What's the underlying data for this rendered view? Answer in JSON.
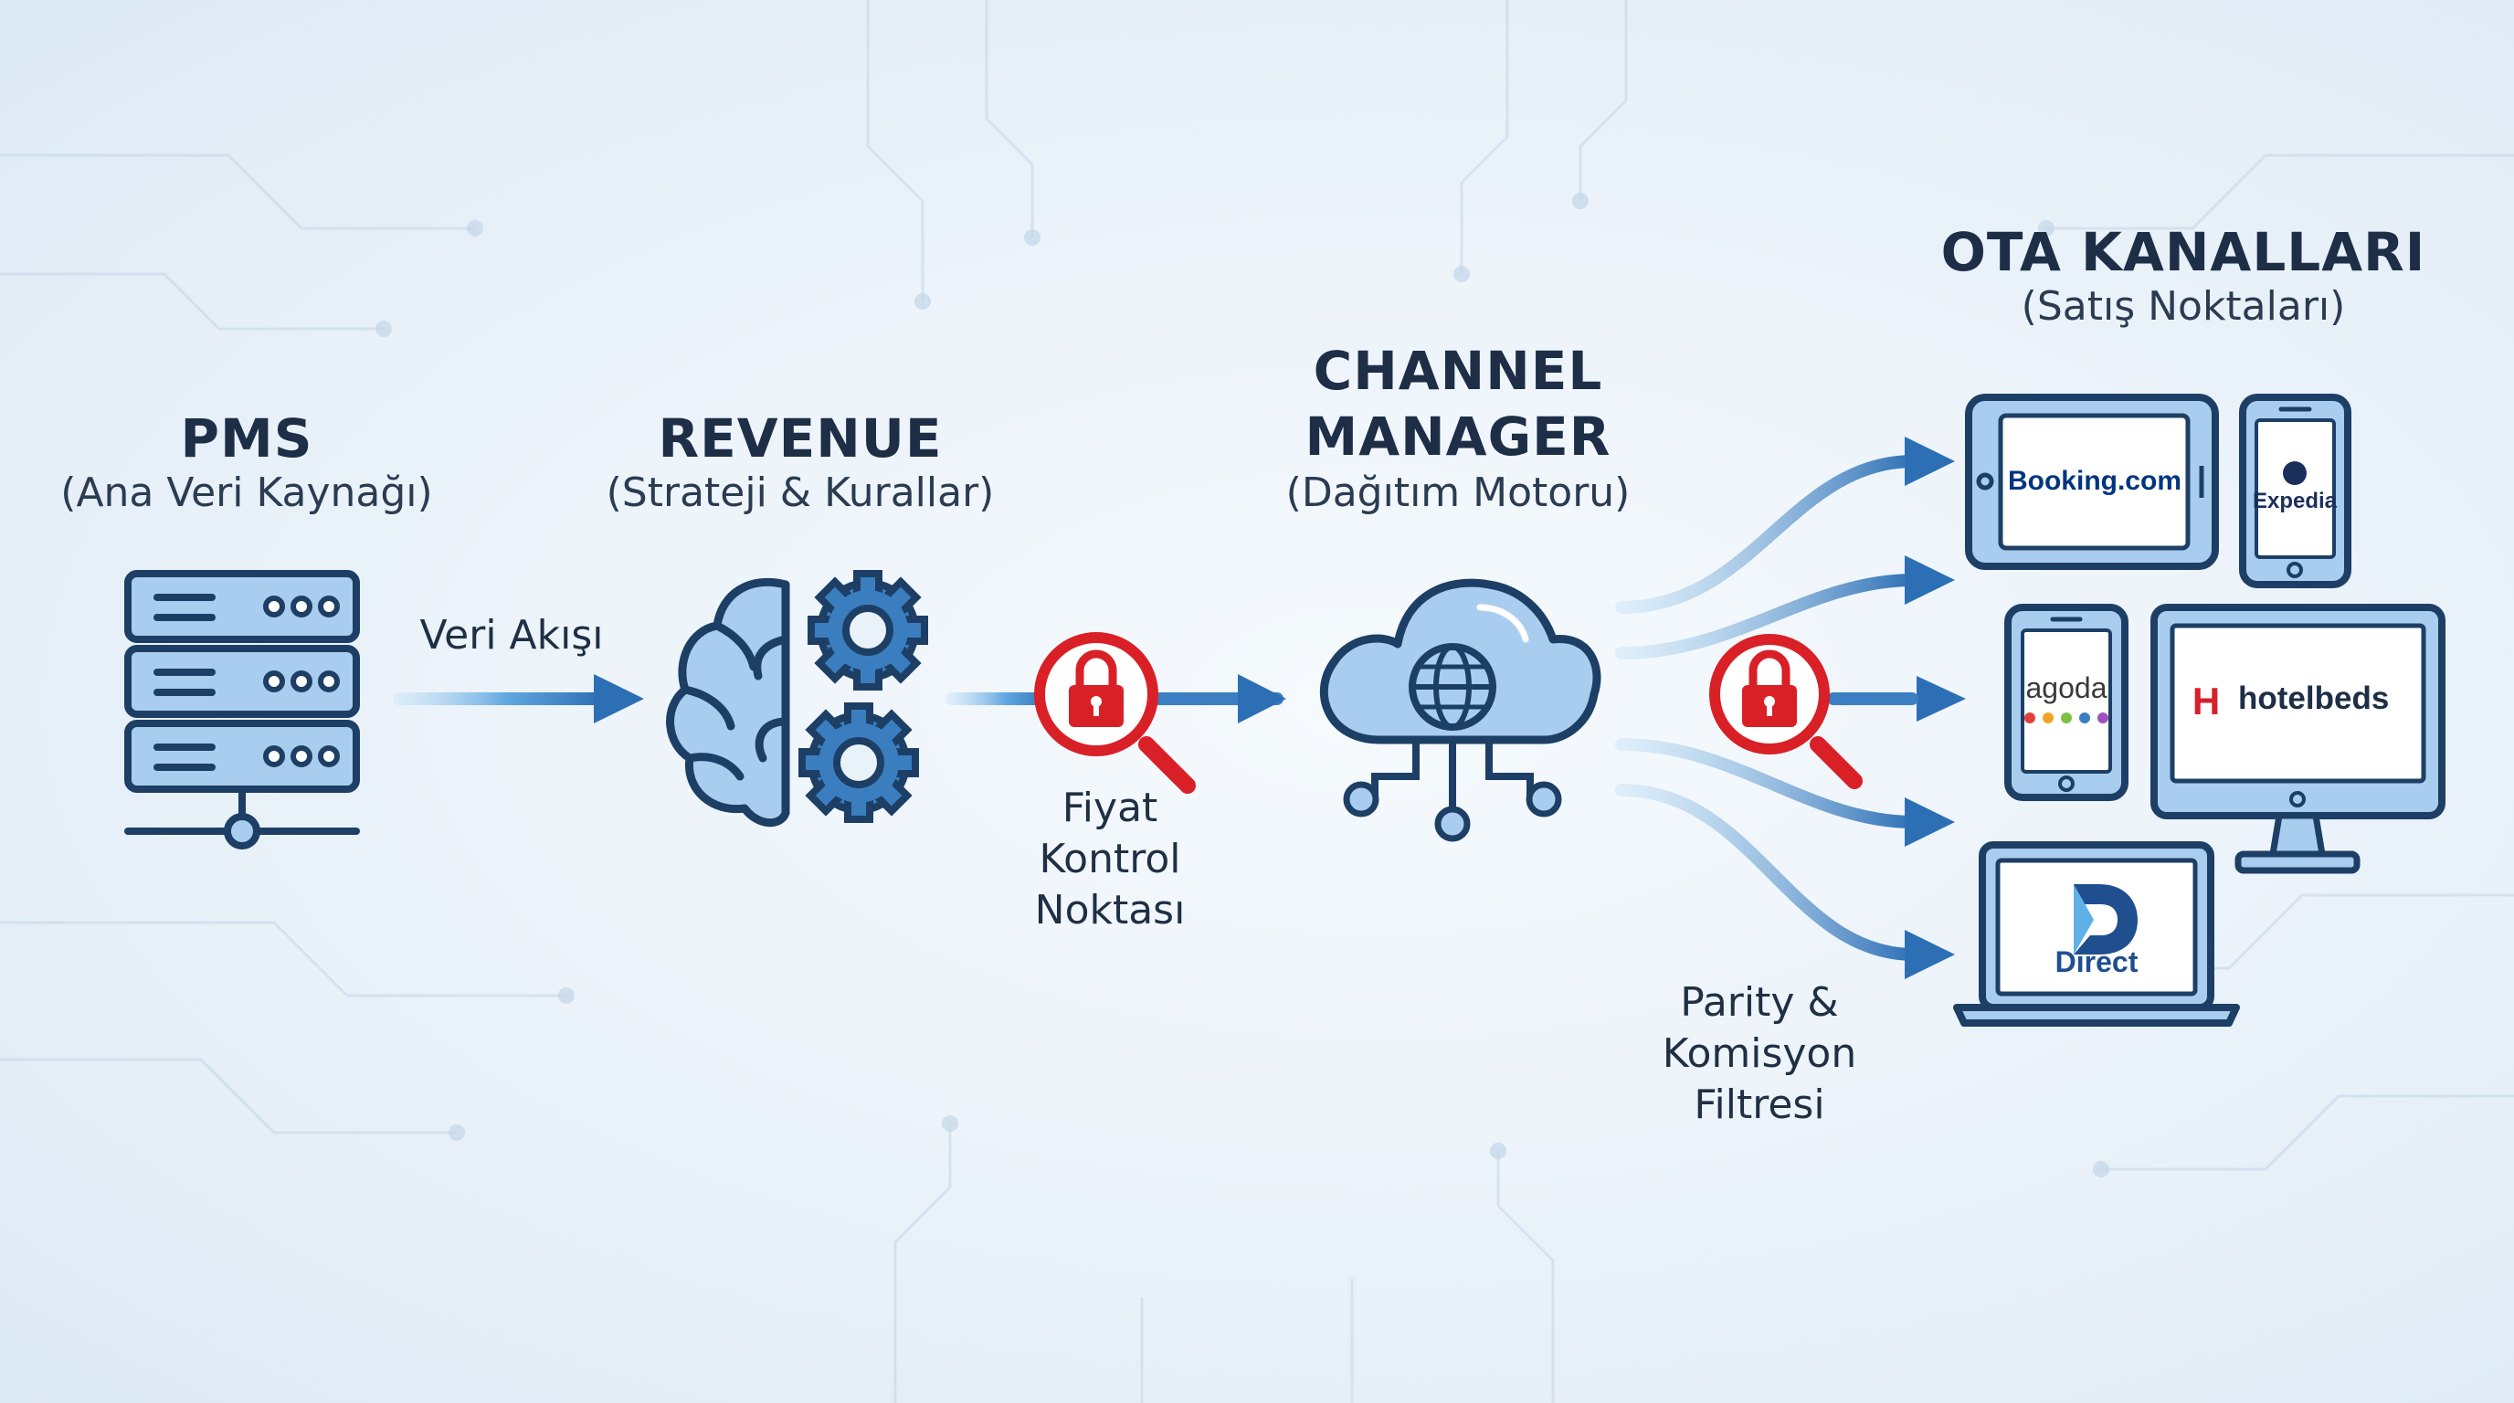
{
  "nodes": {
    "pms": {
      "title": "PMS",
      "subtitle": "(Ana Veri Kaynağı)"
    },
    "revenue": {
      "title": "REVENUE",
      "subtitle": "(Strateji & Kurallar)"
    },
    "channel_manager": {
      "title_line1": "CHANNEL",
      "title_line2": "MANAGER",
      "subtitle": "(Dağıtım Motoru)"
    },
    "ota": {
      "title": "OTA KANALLARI",
      "subtitle": "(Satış Noktaları)"
    }
  },
  "flow_labels": {
    "data_flow": "Veri Akışı",
    "price_check": [
      "Fiyat",
      "Kontrol",
      "Noktası"
    ],
    "parity_filter": [
      "Parity &",
      "Komisyon",
      "Filtresi"
    ]
  },
  "channels": {
    "booking": "Booking.com",
    "expedia": "Expedia",
    "agoda": "agoda",
    "hotelbeds": "hotelbeds",
    "direct": "Direct"
  },
  "icons": {
    "pms": "server-icon",
    "revenue": [
      "brain-icon",
      "gear-icon"
    ],
    "channel_manager": "cloud-globe-icon",
    "checkpoints": "lock-magnifier-icon"
  },
  "colors": {
    "primary_blue": "#2d6fb5",
    "light_blue_fill": "#a9cdee",
    "dark_outline": "#1d3f66",
    "checkpoint_red": "#d92027",
    "booking_navy": "#003580",
    "expedia_navy": "#1b2f5b",
    "hotelbeds_red": "#d8202a"
  }
}
